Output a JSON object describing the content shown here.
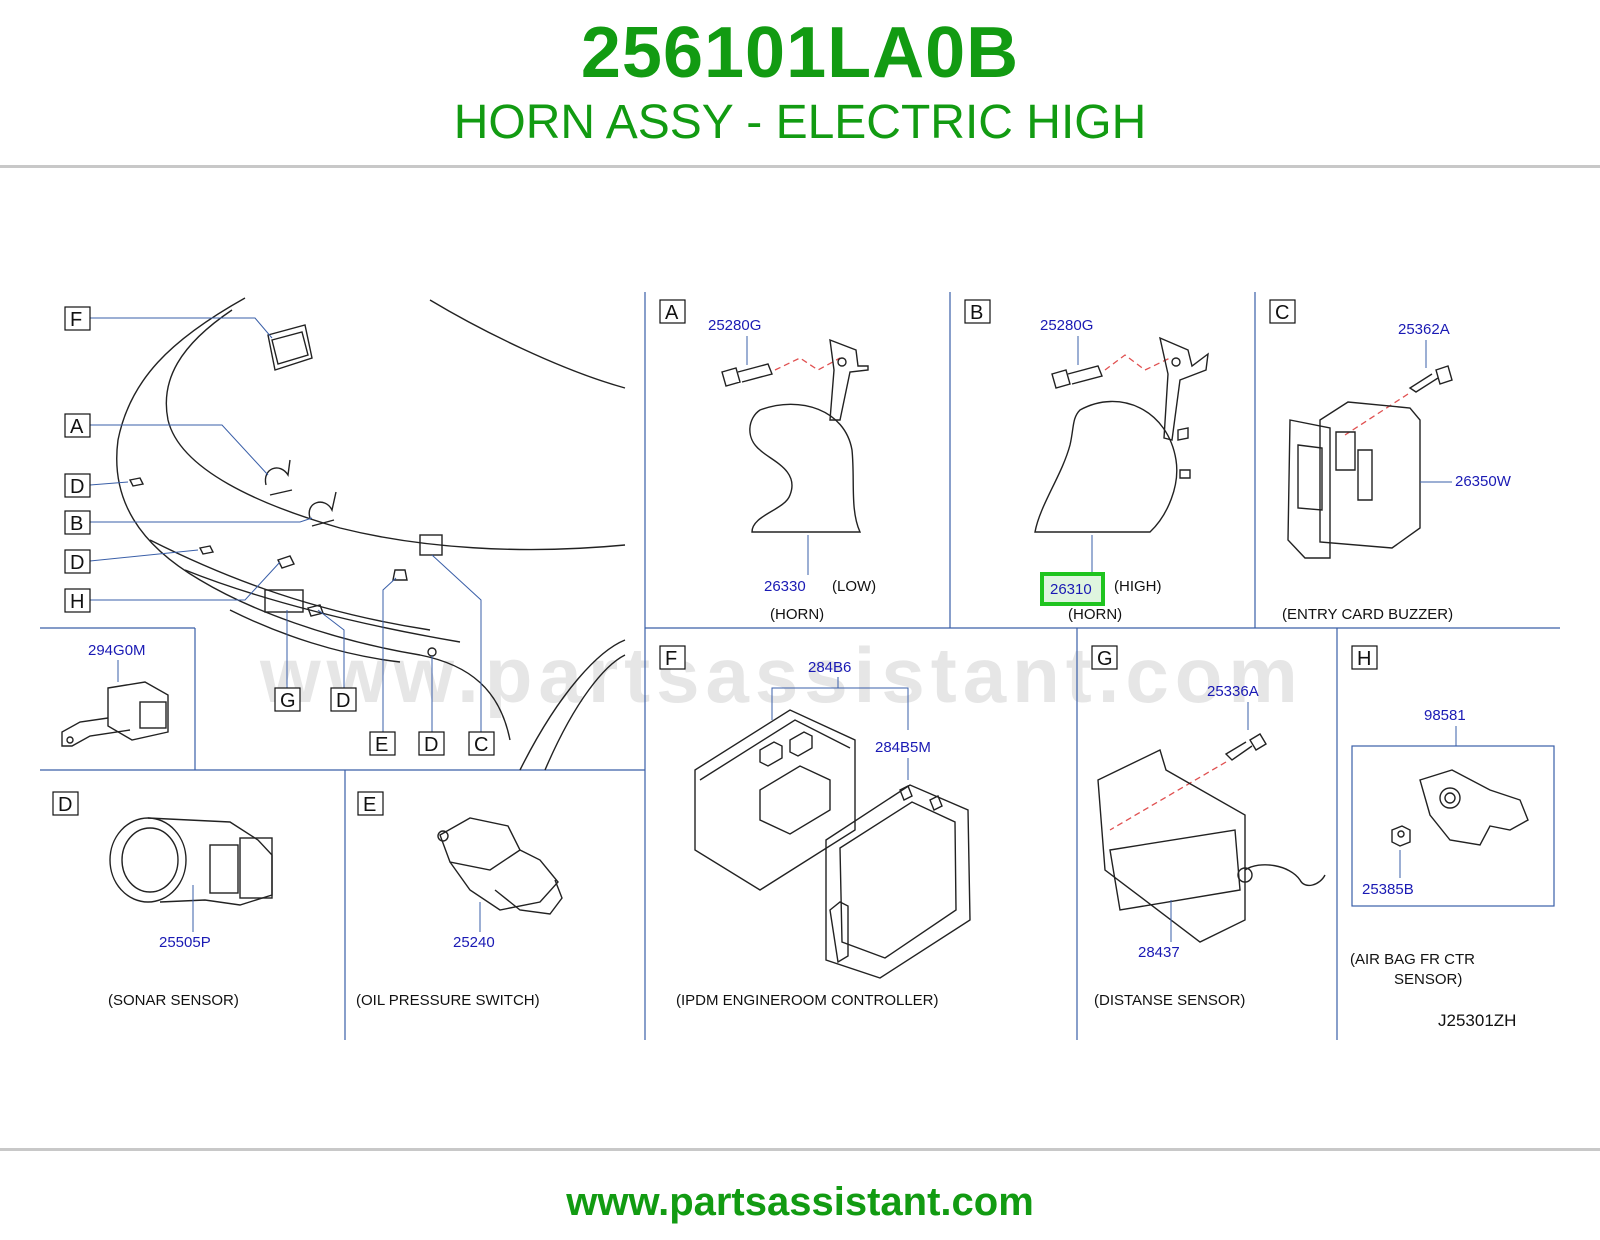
{
  "header": {
    "part_number": "256101LA0B",
    "description": "HORN ASSY - ELECTRIC HIGH"
  },
  "footer": {
    "url": "www.partsassistant.com"
  },
  "watermark": "www.partsassistant.com",
  "diagram_code": "J25301ZH",
  "highlight_color": "#1fc41f",
  "brand_color": "#129b12",
  "overview": {
    "callouts": [
      "F",
      "A",
      "D",
      "B",
      "D",
      "H",
      "G",
      "D",
      "E",
      "D",
      "C"
    ]
  },
  "panels": {
    "a": {
      "letter": "A",
      "bolt": "25280G",
      "horn": "26330",
      "qualifier": "(LOW)",
      "caption": "(HORN)"
    },
    "b": {
      "letter": "B",
      "bolt": "25280G",
      "horn": "26310",
      "qualifier": "(HIGH)",
      "caption": "(HORN)"
    },
    "c": {
      "letter": "C",
      "screw": "25362A",
      "buzzer": "26350W",
      "caption": "(ENTRY   CARD   BUZZER)"
    },
    "f": {
      "letter": "F",
      "part1": "284B6",
      "part2": "284B5M",
      "caption": "(IPDM   ENGINEROOM   CONTROLLER)"
    },
    "g": {
      "letter": "G",
      "bolt": "25336A",
      "sensor": "28437",
      "caption": "(DISTANSE   SENSOR)"
    },
    "h": {
      "letter": "H",
      "sensor": "98581",
      "nut": "25385B",
      "caption_line1": "(AIR   BAG   FR   CTR",
      "caption_line2": "SENSOR)"
    },
    "sonar": {
      "letter": "D",
      "part": "25505P",
      "caption": "(SONAR   SENSOR)"
    },
    "oil": {
      "letter": "E",
      "part": "25240",
      "caption": "(OIL   PRESSURE   SWITCH)"
    },
    "connector": {
      "part": "294G0M"
    }
  }
}
